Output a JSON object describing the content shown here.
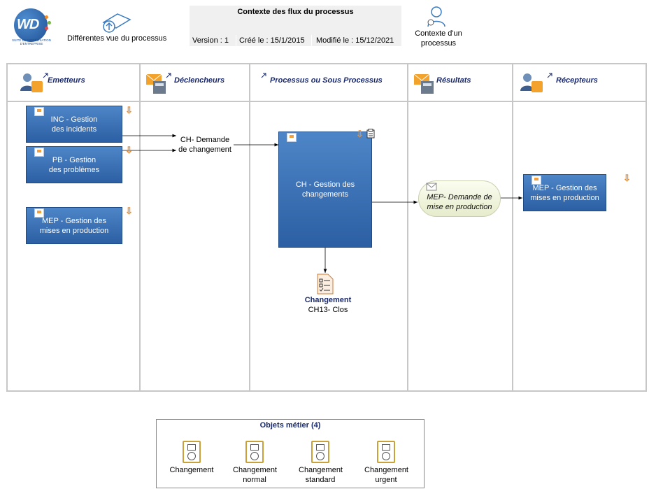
{
  "header": {
    "logo_text": "WD",
    "logo_subtitle": "SUITE DE MODÉLISATION D'ENTREPRISE",
    "views_label": "Différentes vue du processus",
    "title": "Contexte des flux du processus",
    "version": "Version : 1",
    "created": "Créé le : 15/1/2015",
    "modified": "Modifié le : 15/12/2021",
    "context_label": "Contexte d'un processus"
  },
  "lanes": [
    {
      "title": "Emetteurs"
    },
    {
      "title": "Déclencheurs"
    },
    {
      "title": "Processus ou Sous Processus"
    },
    {
      "title": "Résultats"
    },
    {
      "title": "Récepteurs"
    }
  ],
  "emitters": [
    {
      "label": "INC - Gestion des incidents"
    },
    {
      "label": "PB - Gestion des problèmes"
    },
    {
      "label": "MEP - Gestion des mises en production"
    }
  ],
  "trigger": {
    "label": "CH- Demande de changement"
  },
  "process": {
    "label": "CH - Gestion des changements"
  },
  "result": {
    "label": "MEP- Demande de mise en production"
  },
  "receiver": {
    "label": "MEP - Gestion des mises en production"
  },
  "business_object": {
    "title": "Changement",
    "state": "CH13- Clos"
  },
  "legend": {
    "title": "Objets métier (4)",
    "items": [
      {
        "label": "Changement"
      },
      {
        "label": "Changement normal"
      },
      {
        "label": "Changement standard"
      },
      {
        "label": "Changement urgent"
      }
    ]
  },
  "colors": {
    "process_blue": "#2c5fa3",
    "lane_border": "#c7c7c7",
    "accent_orange": "#f08a24",
    "title_navy": "#1a2a6c"
  }
}
